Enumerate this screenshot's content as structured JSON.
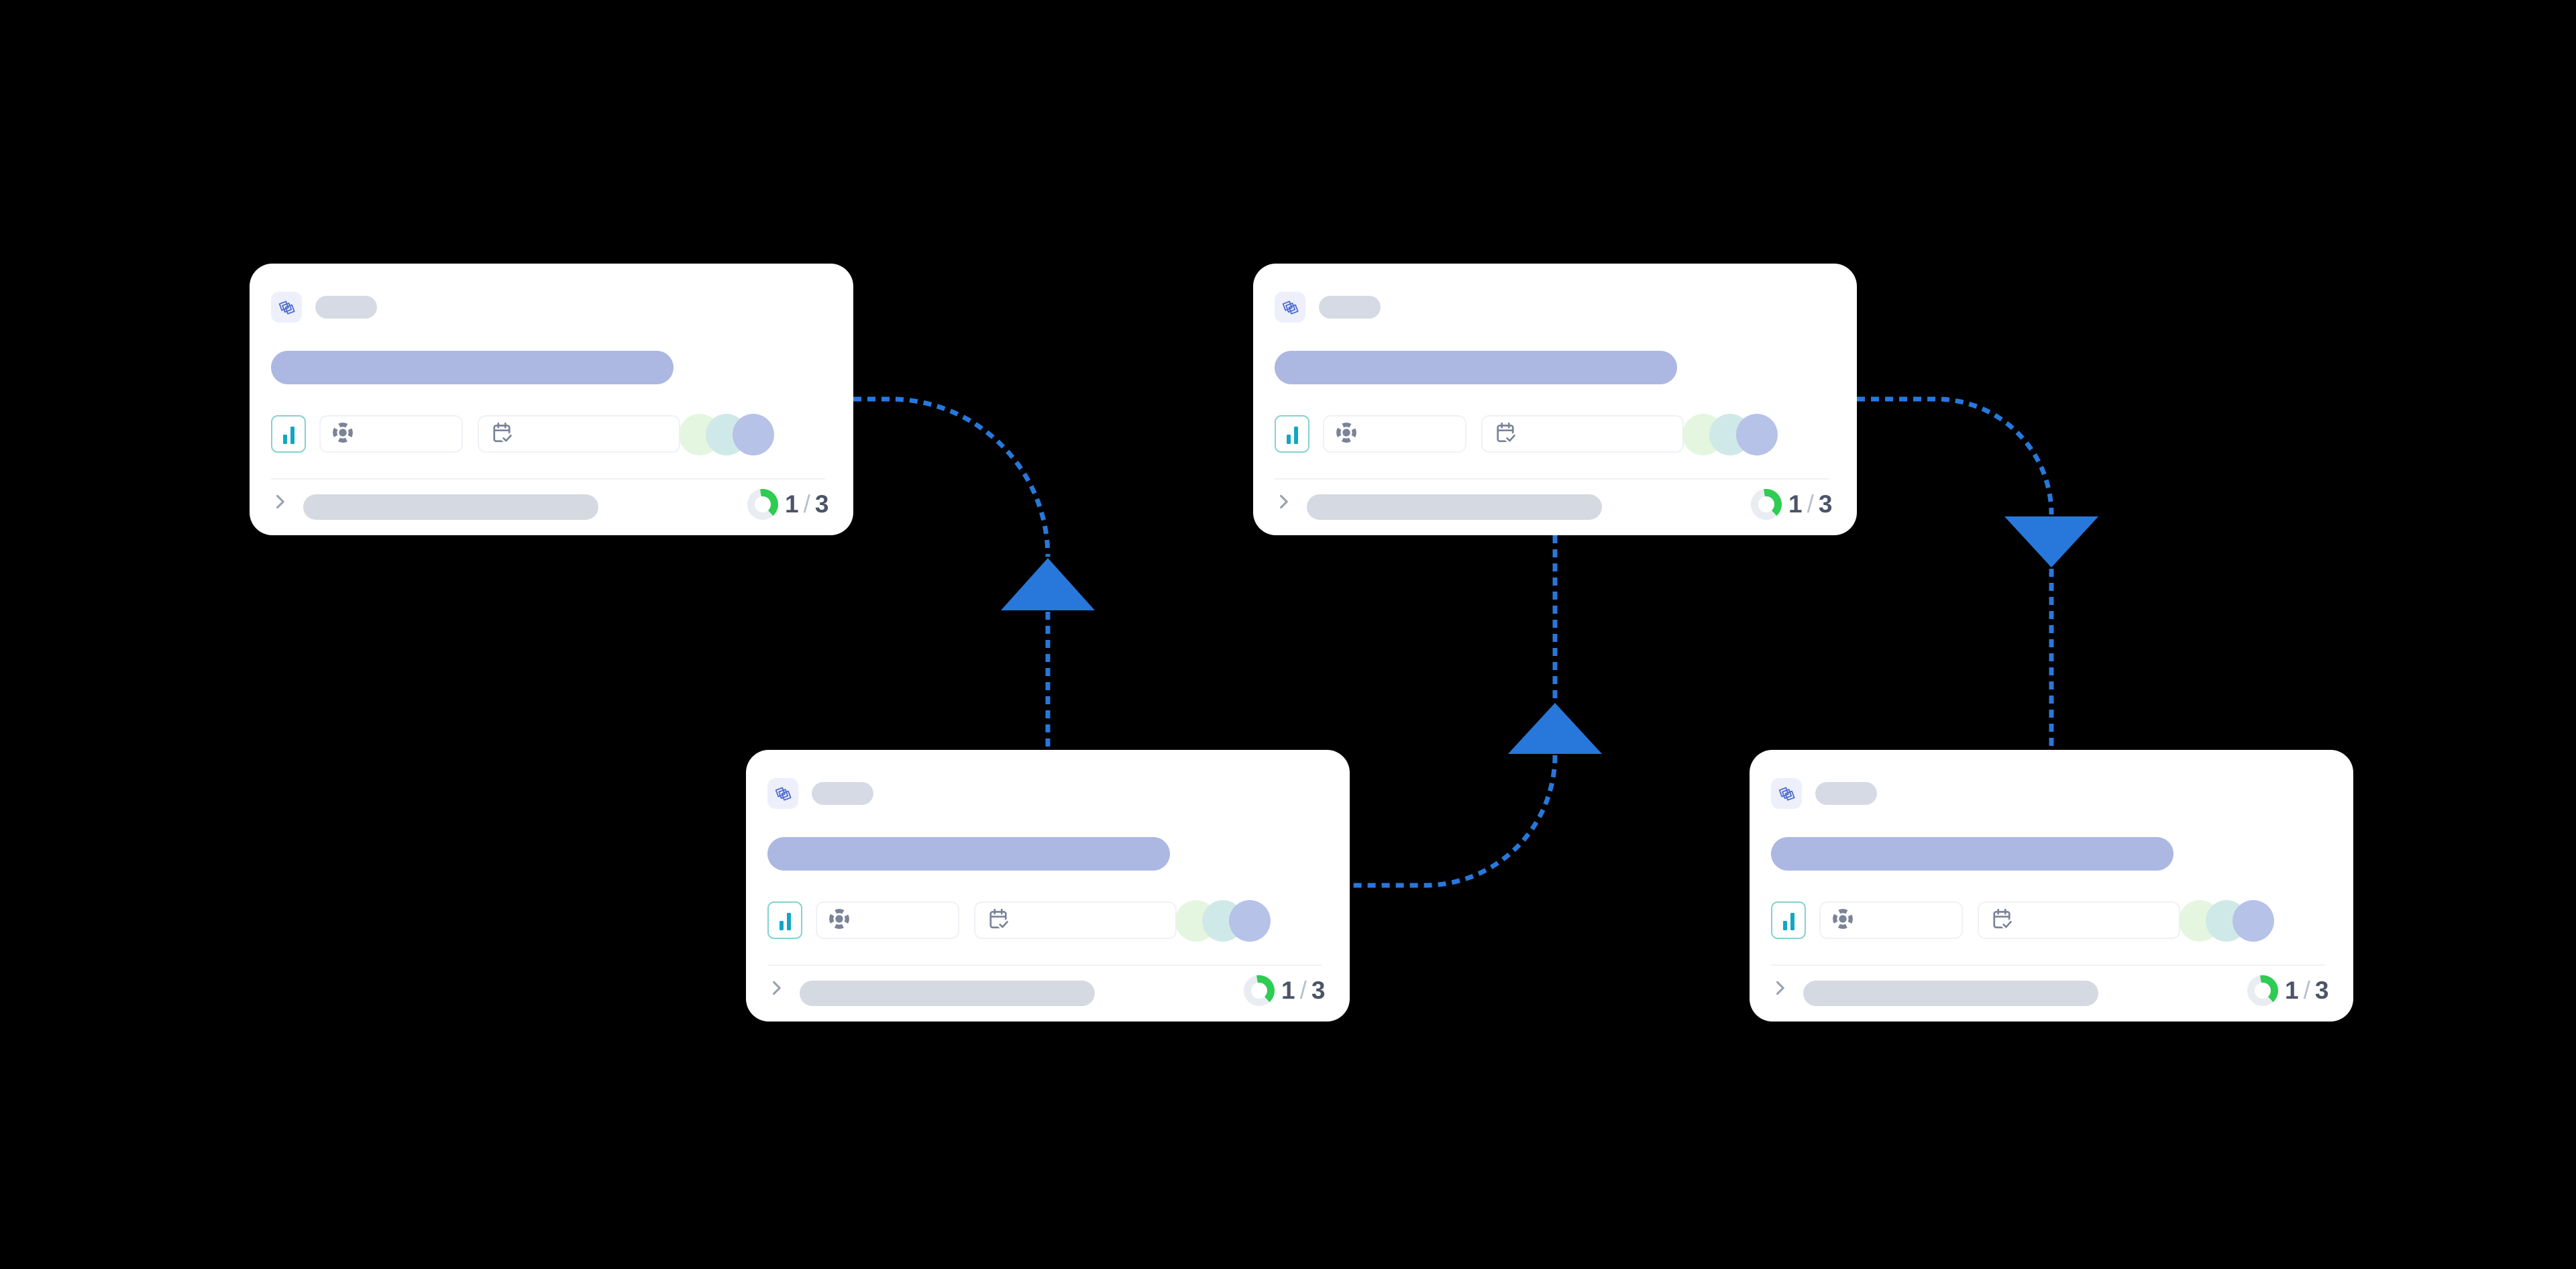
{
  "canvas": {
    "background": "#000000",
    "description": "workflow-graph-view"
  },
  "colors": {
    "connector-blue": "#2878db",
    "card-bg": "#ffffff",
    "icon-tile-bg": "#edf0fb",
    "icon-blue": "#4f6cd0",
    "skeleton-gray": "#d6dae4",
    "skeleton-periwinkle": "#acb8e2",
    "chart-border": "#84d2ce",
    "chart-bar": "#13a6c4",
    "pill-border": "#eef1f5",
    "icon-gray": "#7b8398",
    "avatar-green": "#e4f6df",
    "avatar-teal": "#cfe9e8",
    "avatar-periwinkle": "#b6c2e8",
    "divider": "#eff1f4",
    "footer-skeleton": "#d5d9e1",
    "progress-green": "#2ecc52",
    "progress-track": "#e9ecf1",
    "progress-text": "#4b5468",
    "progress-separator": "#b9bfca",
    "chevron-gray": "#9aa2b0"
  },
  "cards": [
    {
      "id": "card-1",
      "progress": {
        "current": "1",
        "separator": "/",
        "total": "3"
      }
    },
    {
      "id": "card-2",
      "progress": {
        "current": "1",
        "separator": "/",
        "total": "3"
      }
    },
    {
      "id": "card-3",
      "progress": {
        "current": "1",
        "separator": "/",
        "total": "3"
      }
    },
    {
      "id": "card-4",
      "progress": {
        "current": "1",
        "separator": "/",
        "total": "3"
      }
    }
  ],
  "connections": [
    {
      "from": "card-3",
      "to": "card-1",
      "arrow_direction": "up",
      "style": "dashed"
    },
    {
      "from": "card-3",
      "to": "card-2",
      "arrow_direction": "up",
      "style": "dashed"
    },
    {
      "from": "card-2",
      "to": "card-4",
      "arrow_direction": "down",
      "style": "dashed"
    }
  ],
  "icons": {
    "card_type": "layers-icon",
    "metric": "bar-chart-icon",
    "tracker_left": "life-buoy-icon",
    "tracker_right": "calendar-check-icon",
    "expand": "chevron-right-icon"
  }
}
